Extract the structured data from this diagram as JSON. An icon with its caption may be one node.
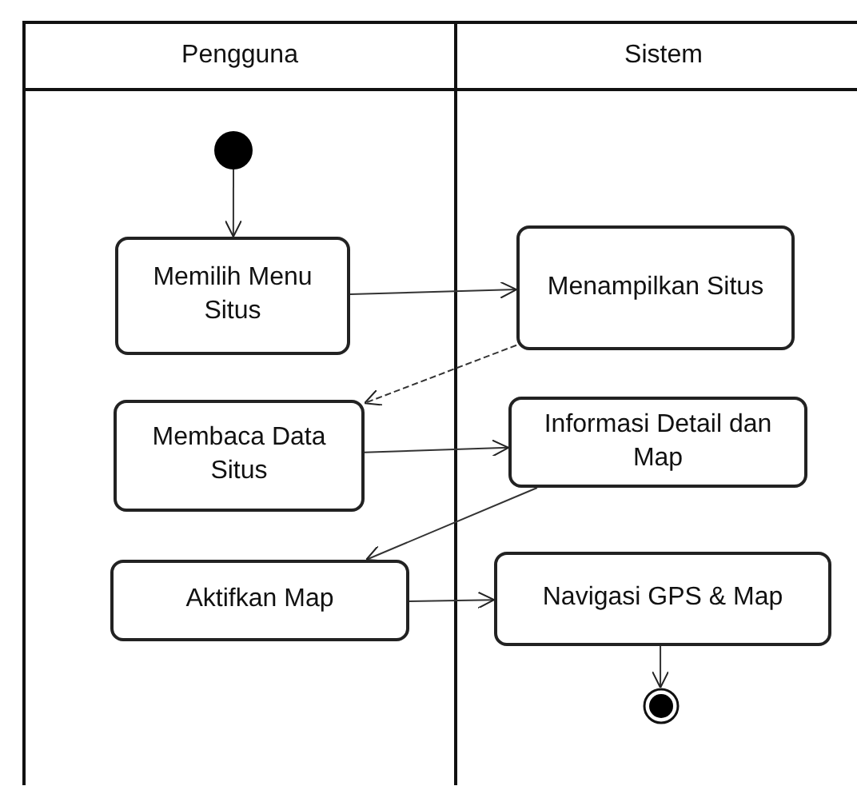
{
  "diagram": {
    "nodes": [
      {
        "text": [
          "Pengguna"
        ]
      },
      {
        "text": [
          "Sistem"
        ]
      },
      {
        "text": [],
        "shape": "circle",
        "in": 0
      },
      {
        "text": [
          "Memilih Menu Situs"
        ],
        "in": 0
      },
      {
        "text": [
          "Menampilkan Situs"
        ],
        "in": 1
      },
      {
        "text": [
          "Membaca Data Situs"
        ],
        "in": 0
      },
      {
        "text": [
          "Informasi Detail dan Map"
        ],
        "in": 1
      },
      {
        "text": [
          "Aktifkan Map"
        ],
        "in": 0
      },
      {
        "text": [
          "Navigasi GPS & Map"
        ],
        "in": 1
      },
      {
        "text": [],
        "shape": "bullseye",
        "in": 1
      }
    ],
    "edges": [
      {
        "from": 2,
        "to": 3,
        "arrow": "to"
      },
      {
        "from": 3,
        "to": 4,
        "arrow": "to"
      },
      {
        "from": 4,
        "to": 5,
        "arrow": "to",
        "style": "dashed"
      },
      {
        "from": 5,
        "to": 6,
        "arrow": "to"
      },
      {
        "from": 6,
        "to": 7,
        "arrow": "to"
      },
      {
        "from": 7,
        "to": 8,
        "arrow": "to"
      },
      {
        "from": 8,
        "to": 9,
        "arrow": "to"
      }
    ]
  }
}
